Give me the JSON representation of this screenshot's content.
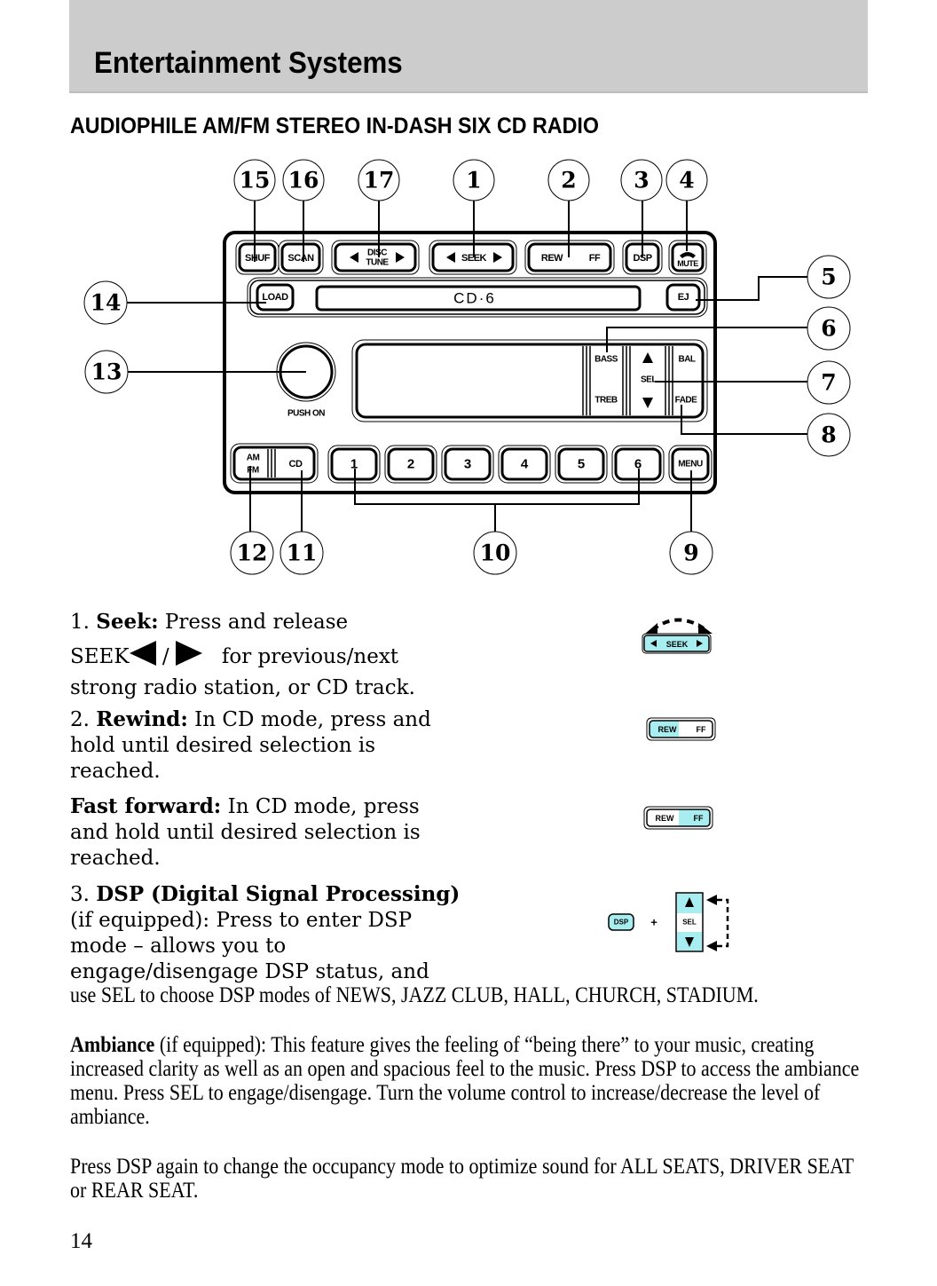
{
  "header": {
    "title": "Entertainment Systems"
  },
  "section": {
    "title": "AUDIOPHILE AM/FM STEREO IN-DASH SIX CD RADIO"
  },
  "diagram": {
    "callouts": [
      "1",
      "2",
      "3",
      "4",
      "5",
      "6",
      "7",
      "8",
      "9",
      "10",
      "11",
      "12",
      "13",
      "14",
      "15",
      "16",
      "17"
    ],
    "buttons": {
      "shuf": "SHUF",
      "scan": "SCAN",
      "disc_tune_top": "DISC",
      "disc_tune_bottom": "TUNE",
      "seek": "SEEK",
      "rew": "REW",
      "ff": "FF",
      "dsp": "DSP",
      "mute": "MUTE",
      "load": "LOAD",
      "cd_slot_label": "CD·6",
      "ej": "EJ",
      "push_on": "PUSH ON",
      "bass": "BASS",
      "treb": "TREB",
      "sel": "SEL",
      "bal": "BAL",
      "fade": "FADE",
      "am": "AM",
      "fm": "FM",
      "cd": "CD",
      "presets": [
        "1",
        "2",
        "3",
        "4",
        "5",
        "6"
      ],
      "menu": "MENU"
    },
    "highlight_color": "#a8eef0"
  },
  "content": {
    "seek": {
      "number": "1.",
      "term": "Seek:",
      "line1": "Press and release",
      "seek_word": "SEEK",
      "slash": "/",
      "line2_rest": "for previous/next",
      "line3": "strong radio station, or CD track."
    },
    "rewind": {
      "number": "2.",
      "term": "Rewind:",
      "text": "In CD mode, press and hold until desired selection is reached."
    },
    "fast_forward": {
      "term": "Fast forward:",
      "text": "In CD mode, press and hold until desired selection is reached."
    },
    "dsp": {
      "number": "3.",
      "term": "DSP (Digital Signal Processing)",
      "text": "(if equipped): Press to enter DSP mode – allows you to engage/disengage DSP status, and",
      "continuation": "use SEL to choose DSP modes of NEWS, JAZZ CLUB, HALL, CHURCH, STADIUM."
    },
    "ambiance": {
      "term": "Ambiance",
      "text": "(if equipped): This feature gives the feeling of “being there” to your music, creating increased clarity as well as an open and spacious feel to the music. Press DSP to access the ambiance menu. Press SEL to engage/disengage. Turn the volume control to increase/decrease the level of ambiance."
    },
    "occupancy": {
      "text": "Press DSP again to change the occupancy mode to optimize sound for ALL SEATS, DRIVER SEAT or REAR SEAT."
    }
  },
  "icons": {
    "seek_icon_label": "SEEK",
    "rew_label": "REW",
    "ff_label": "FF",
    "dsp_label": "DSP",
    "plus": "+",
    "sel_label": "SEL"
  },
  "footer": {
    "page_number": "14"
  }
}
